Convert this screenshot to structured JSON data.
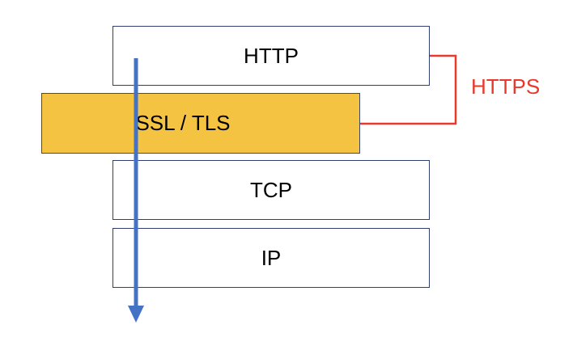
{
  "layers": {
    "http": {
      "label": "HTTP",
      "fill": "#ffffff"
    },
    "tls": {
      "label": "SSL / TLS",
      "fill": "#f5c342"
    },
    "tcp": {
      "label": "TCP",
      "fill": "#ffffff"
    },
    "ip": {
      "label": "IP",
      "fill": "#ffffff"
    }
  },
  "bracket": {
    "label": "HTTPS",
    "color": "#e8392c"
  },
  "flow_arrow": {
    "color": "#4472c4"
  },
  "border_color": "#2f3f73"
}
